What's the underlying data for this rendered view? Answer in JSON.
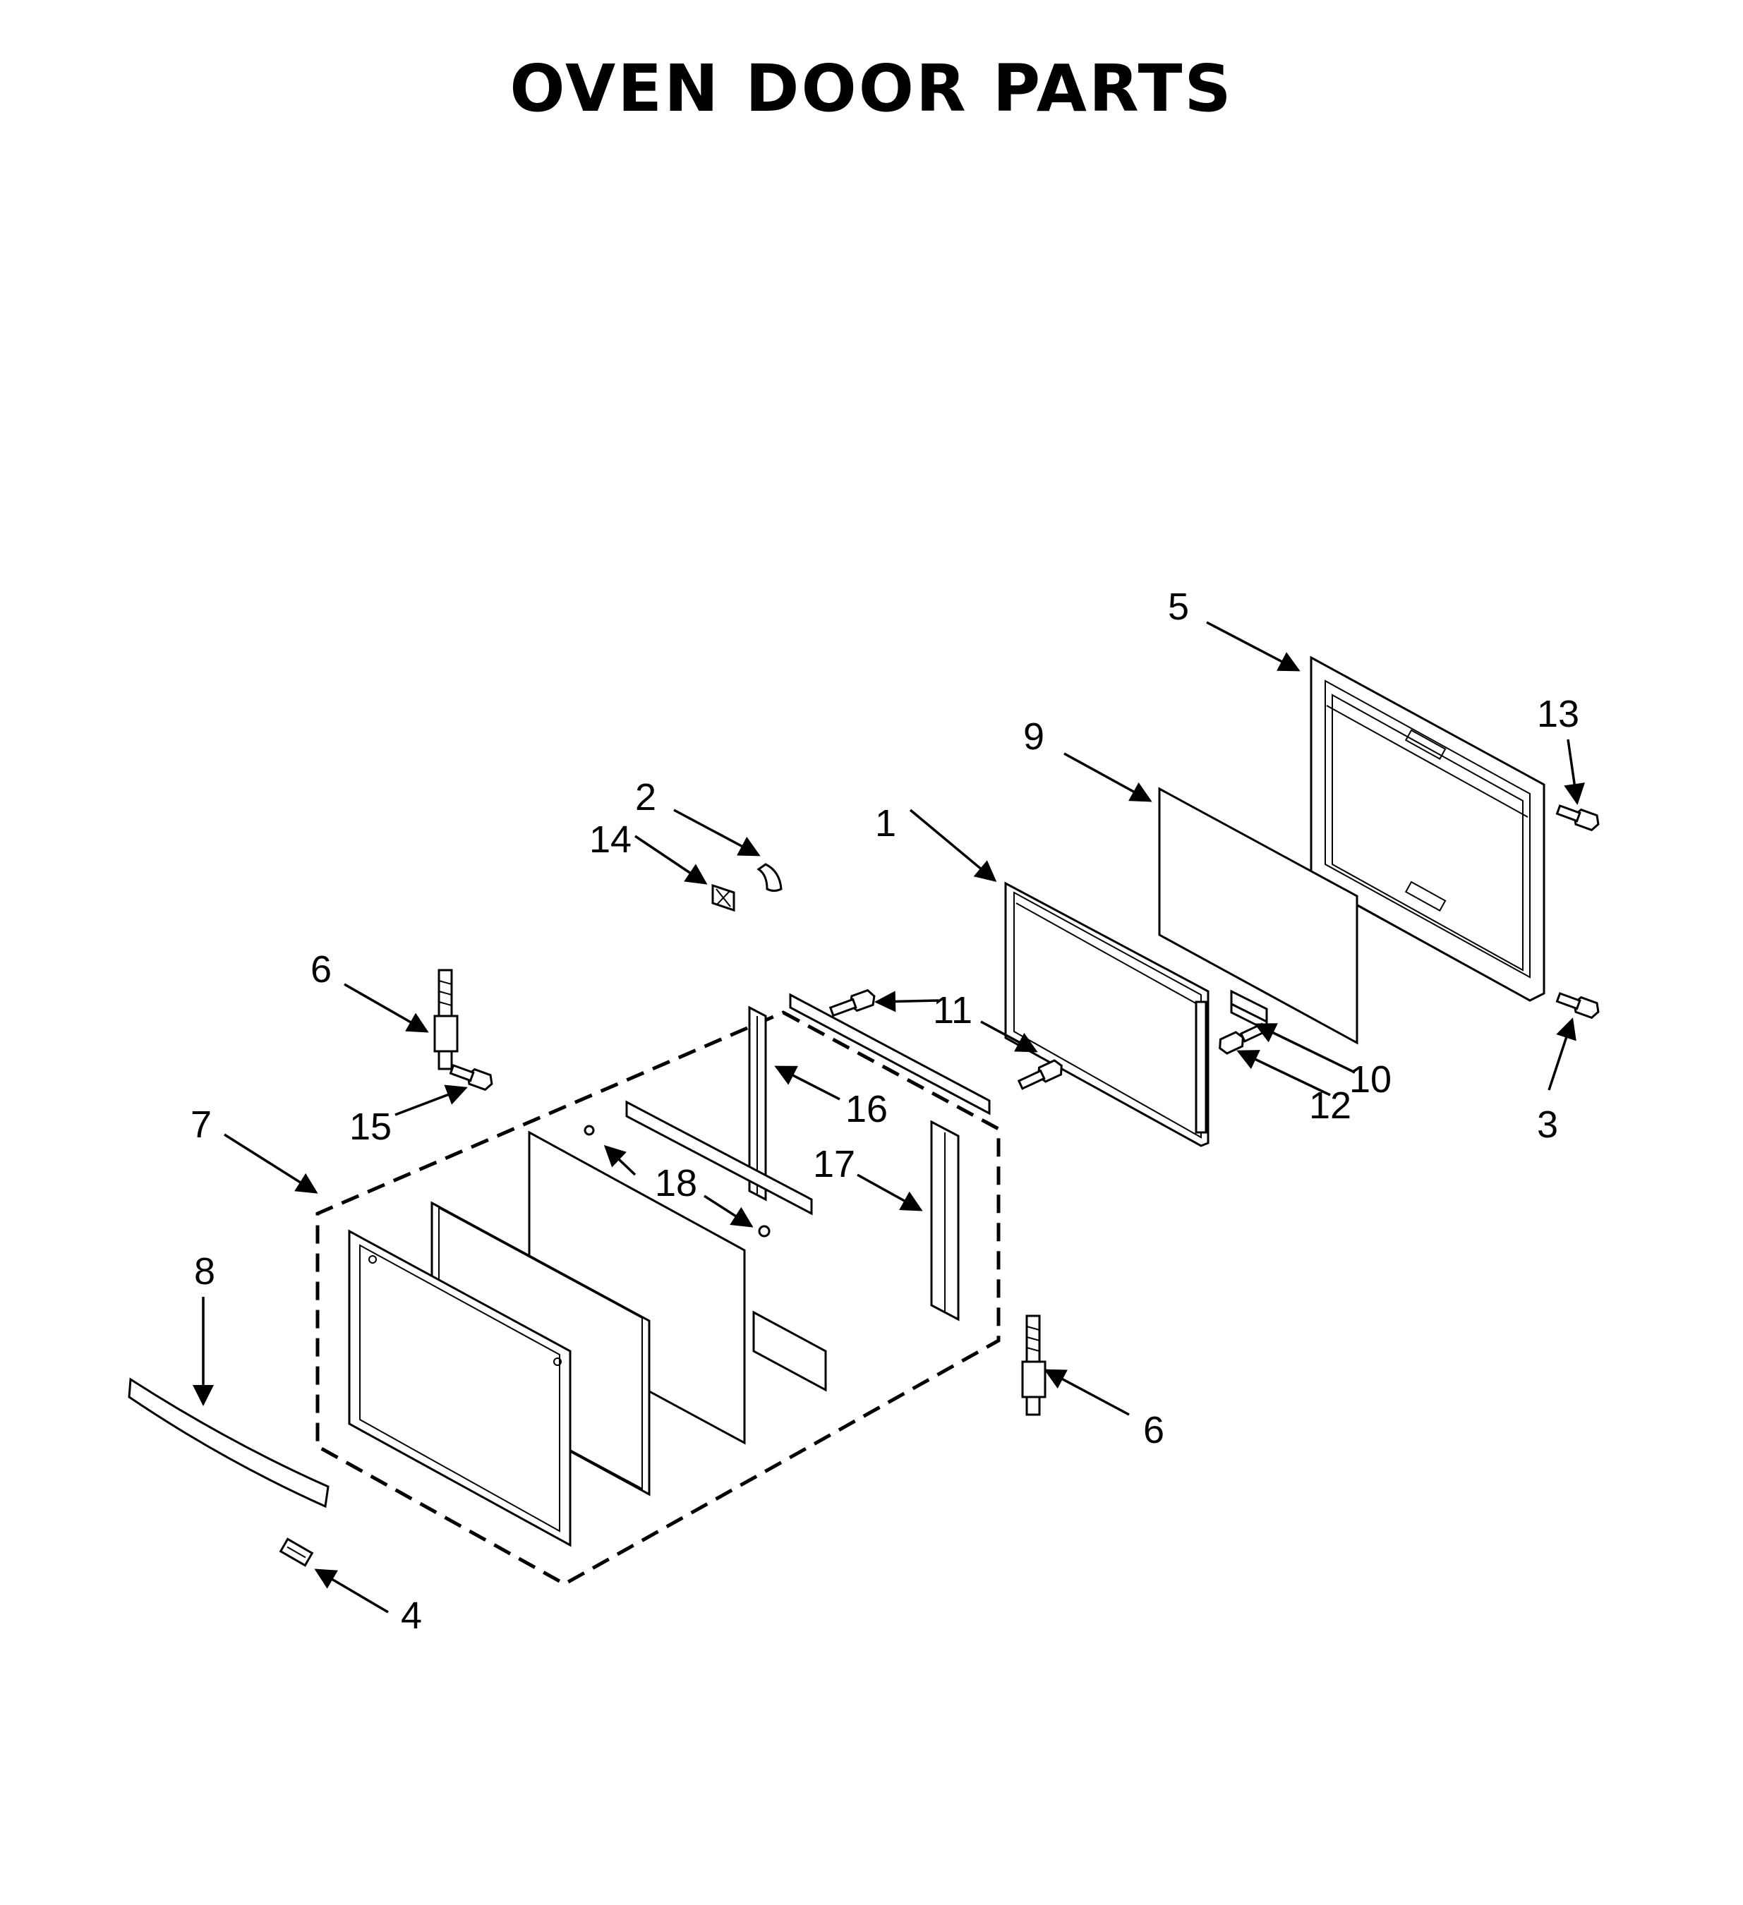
{
  "title": "OVEN DOOR PARTS",
  "callouts": {
    "c1": "1",
    "c2": "2",
    "c3": "3",
    "c4": "4",
    "c5": "5",
    "c6a": "6",
    "c6b": "6",
    "c7": "7",
    "c8": "8",
    "c9": "9",
    "c10": "10",
    "c11": "11",
    "c12": "12",
    "c13": "13",
    "c14": "14",
    "c15": "15",
    "c16": "16",
    "c17": "17",
    "c18": "18"
  }
}
